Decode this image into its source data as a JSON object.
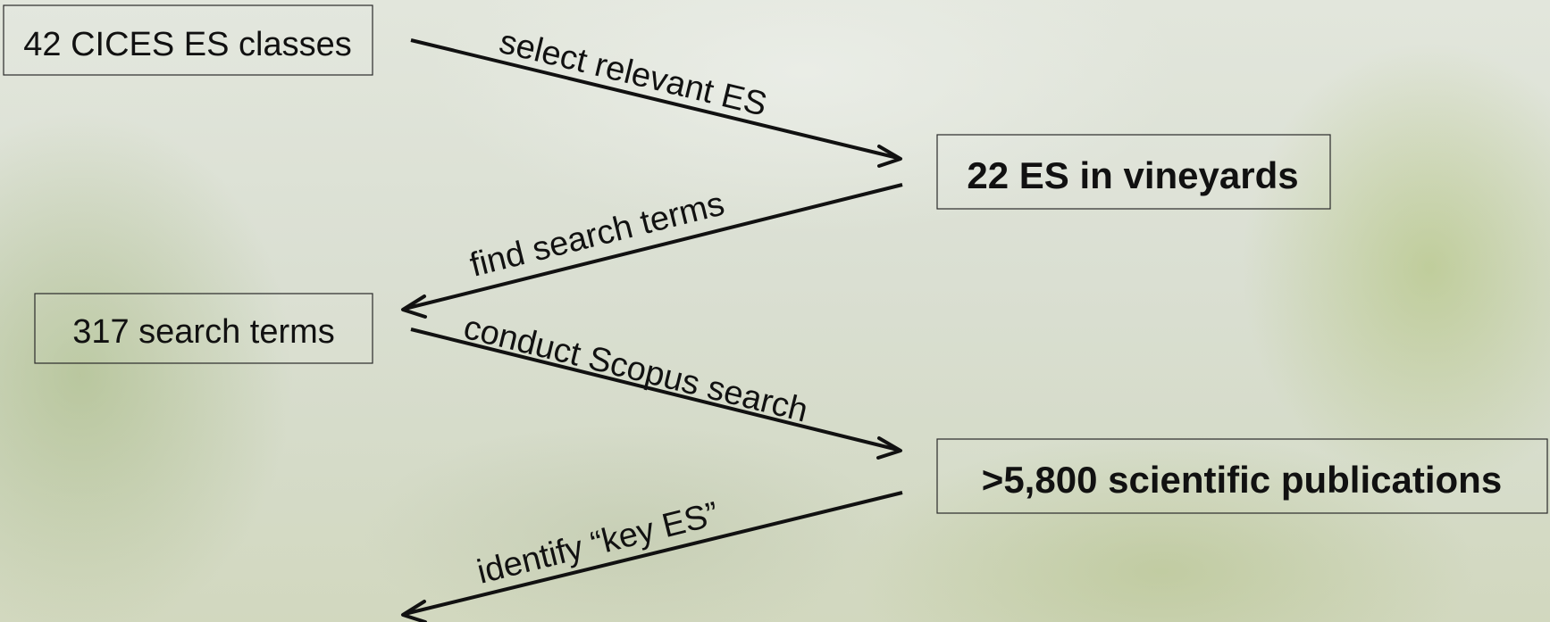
{
  "nodes": {
    "cices": {
      "label": "42 CICES ES classes"
    },
    "vineyards": {
      "label": "22 ES in vineyards"
    },
    "search_terms": {
      "label": "317 search terms"
    },
    "publications": {
      "label": ">5,800 scientific publications"
    }
  },
  "edges": {
    "select": {
      "label": "select relevant ES"
    },
    "find": {
      "label": "find search terms"
    },
    "conduct": {
      "label": "conduct Scopus search"
    },
    "identify": {
      "label": "identify “key ES”"
    }
  }
}
